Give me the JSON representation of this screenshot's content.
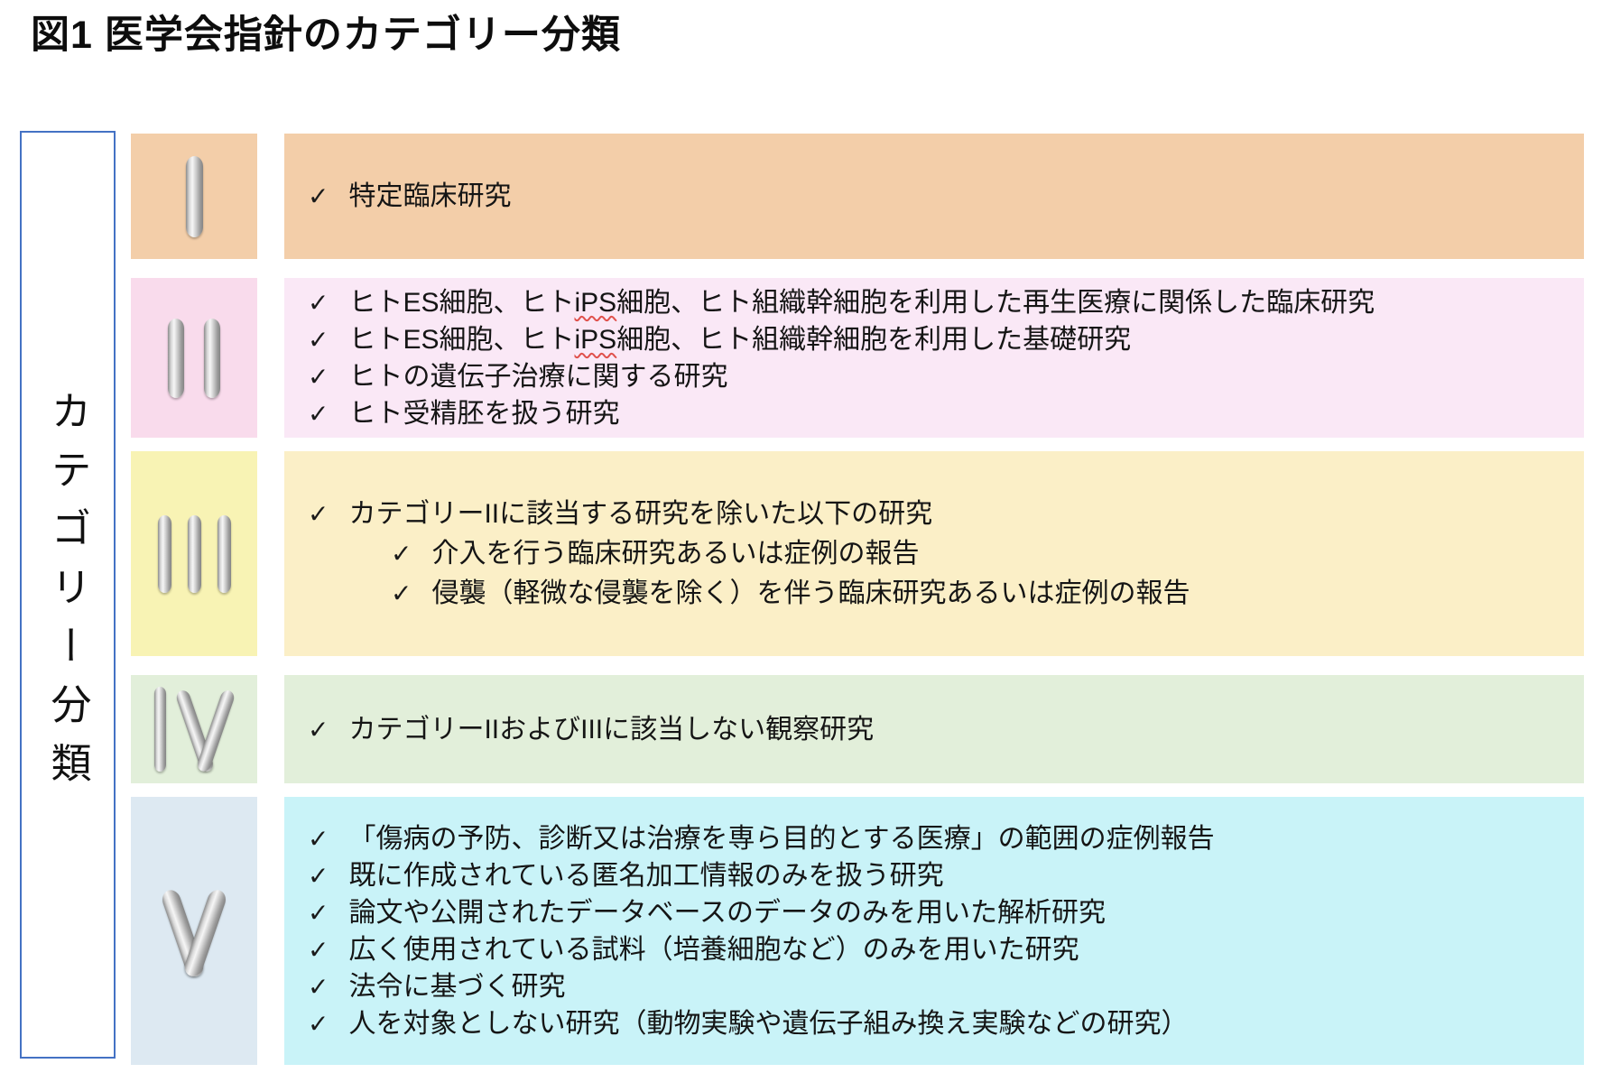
{
  "title": "図1 医学会指針のカテゴリー分類",
  "sidebar": {
    "label": "カテゴリー分類"
  },
  "check_glyph": "✓",
  "colors": {
    "sidebar_border": "#4472C4",
    "category1": "#F3CEA9",
    "category2_cell": "#F9DBEC",
    "category2_panel": "#FAE8F6",
    "category3_cell": "#F8F3B4",
    "category3_panel": "#FBEFC7",
    "category4": "#E2EFDA",
    "category5_cell": "#DDE9F2",
    "category5_panel": "#C9F3F8",
    "numeral_metal": "#C0C0C0"
  },
  "rows": [
    {
      "numeral": "I",
      "cell_color": "#F3CEA9",
      "panel_color": "#F3CEA9",
      "items": [
        {
          "text": "特定臨床研究",
          "indent": 0
        }
      ]
    },
    {
      "numeral": "II",
      "cell_color": "#F9DBEC",
      "panel_color": "#FAE8F6",
      "items": [
        {
          "text": "ヒトES細胞、ヒトiPS細胞、ヒト組織幹細胞を利用した再生医療に関係した臨床研究",
          "indent": 0,
          "spellcheck_mark": "iPS"
        },
        {
          "text": "ヒトES細胞、ヒトiPS細胞、ヒト組織幹細胞を利用した基礎研究",
          "indent": 0,
          "spellcheck_mark": "iPS"
        },
        {
          "text": "ヒトの遺伝子治療に関する研究",
          "indent": 0
        },
        {
          "text": "ヒト受精胚を扱う研究",
          "indent": 0
        }
      ]
    },
    {
      "numeral": "III",
      "cell_color": "#F8F3B4",
      "panel_color": "#FBEFC7",
      "items": [
        {
          "text": "カテゴリーIIに該当する研究を除いた以下の研究",
          "indent": 0
        },
        {
          "text": "介入を行う臨床研究あるいは症例の報告",
          "indent": 1
        },
        {
          "text": "侵襲（軽微な侵襲を除く）を伴う臨床研究あるいは症例の報告",
          "indent": 1
        }
      ]
    },
    {
      "numeral": "IV",
      "cell_color": "#E2EFDA",
      "panel_color": "#E2EFDA",
      "items": [
        {
          "text": "カテゴリーIIおよびIIIに該当しない観察研究",
          "indent": 0
        }
      ]
    },
    {
      "numeral": "V",
      "cell_color": "#DDE9F2",
      "panel_color": "#C9F3F8",
      "items": [
        {
          "text": "「傷病の予防、診断又は治療を専ら目的とする医療」の範囲の症例報告",
          "indent": 0
        },
        {
          "text": "既に作成されている匿名加工情報のみを扱う研究",
          "indent": 0
        },
        {
          "text": "論文や公開されたデータベースのデータのみを用いた解析研究",
          "indent": 0
        },
        {
          "text": "広く使用されている試料（培養細胞など）のみを用いた研究",
          "indent": 0
        },
        {
          "text": "法令に基づく研究",
          "indent": 0
        },
        {
          "text": "人を対象としない研究（動物実験や遺伝子組み換え実験などの研究）",
          "indent": 0
        }
      ]
    }
  ]
}
